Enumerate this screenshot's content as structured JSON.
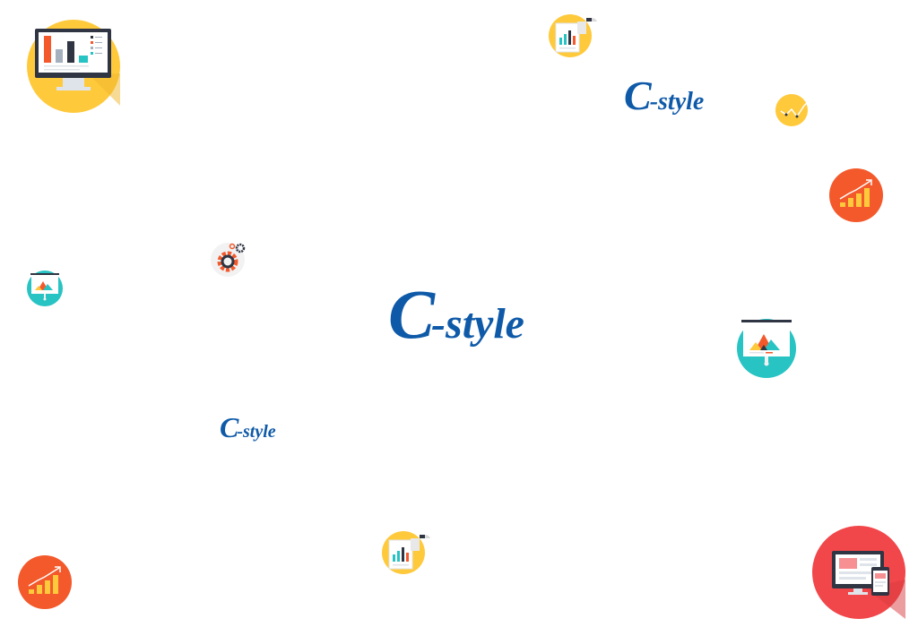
{
  "brand": {
    "logo_c": "C",
    "logo_rest": "-style",
    "color": "#0f5aa8"
  },
  "logos": [
    {
      "name": "brand-logo-large"
    },
    {
      "name": "brand-logo-top-right"
    },
    {
      "name": "brand-logo-small"
    }
  ],
  "icons": [
    {
      "name": "monitor-bar-chart-icon",
      "bg": "#ffc93c"
    },
    {
      "name": "report-document-icon",
      "bg": "#ffc93c"
    },
    {
      "name": "trend-line-icon",
      "bg": "#ffc93c"
    },
    {
      "name": "growth-bar-chart-icon",
      "bg": "#f3592b"
    },
    {
      "name": "gears-icon",
      "bg": "#f2f2f2"
    },
    {
      "name": "presentation-board-icon",
      "bg": "#28c3c3"
    },
    {
      "name": "responsive-devices-icon",
      "bg": "#f1464a"
    }
  ]
}
